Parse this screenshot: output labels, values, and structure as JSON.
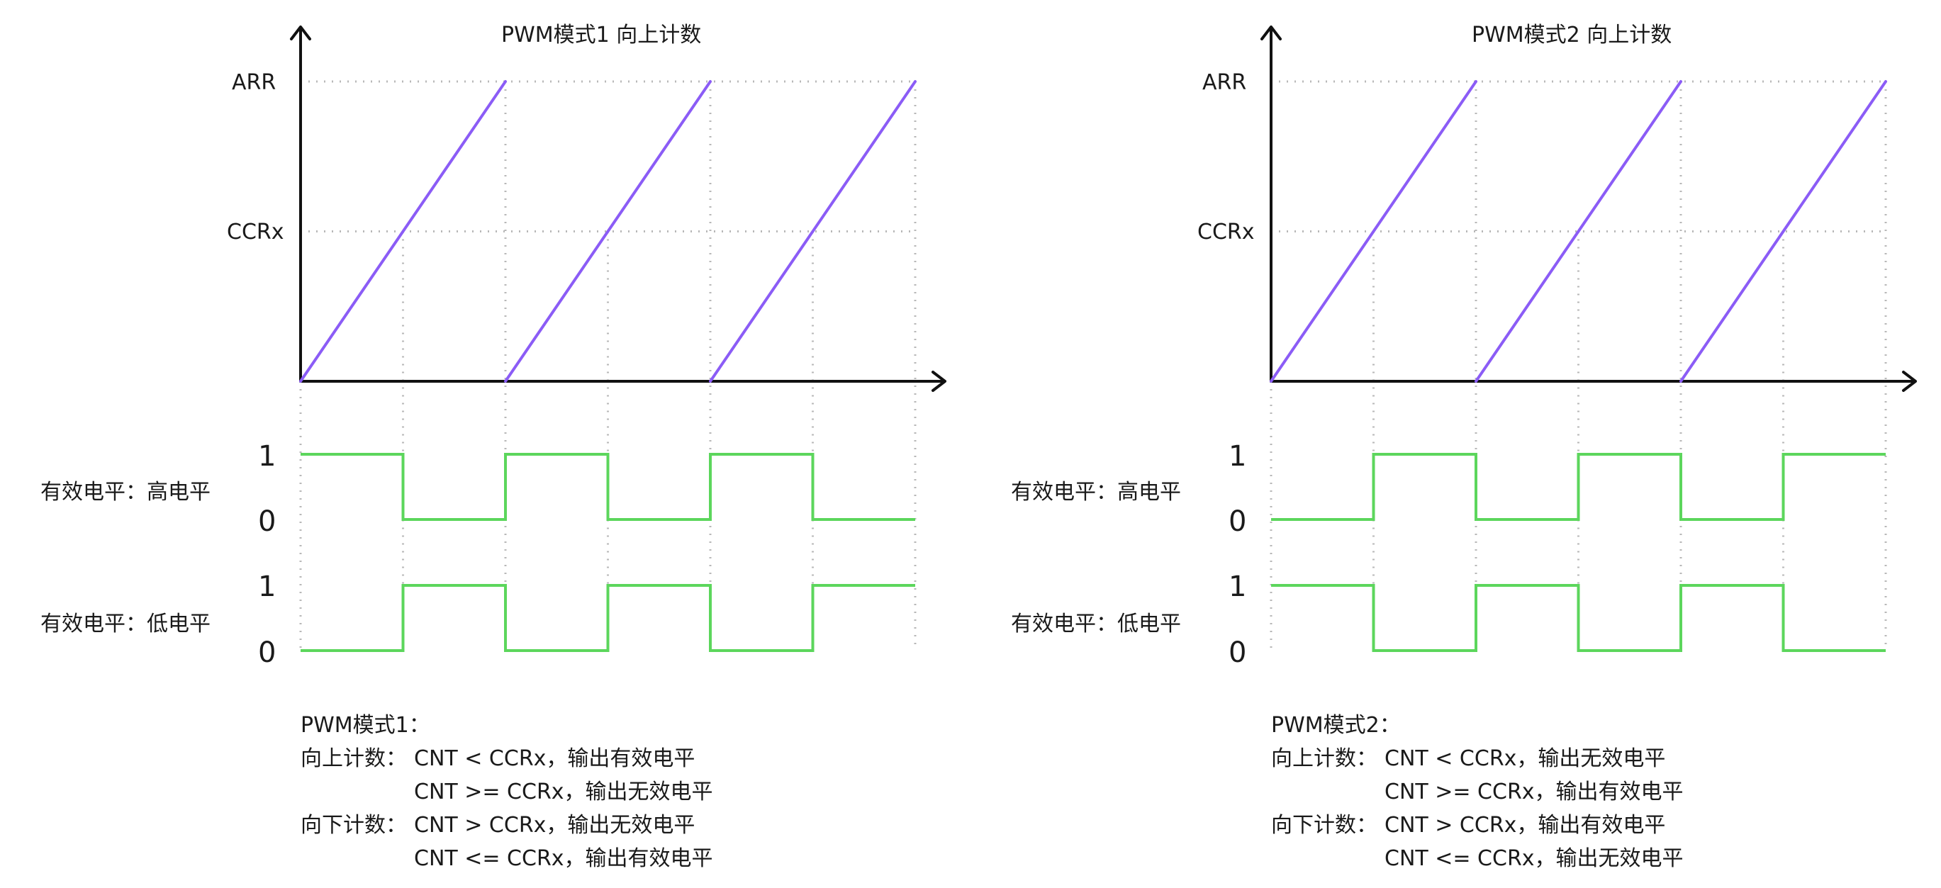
{
  "colors": {
    "axis": "#111111",
    "grid": "#b8b8b8",
    "counter": "#8b5cf6",
    "signal": "#5cd65c",
    "text": "#1a1a1a"
  },
  "panels": [
    {
      "id": "mode1",
      "title": "PWM模式1  向上计数",
      "arr_label": "ARR",
      "ccr_label": "CCRx",
      "high_row": {
        "label": "有效电平：高电平",
        "one": "1",
        "zero": "0",
        "levels": [
          1,
          0,
          1,
          0,
          1,
          0
        ]
      },
      "low_row": {
        "label": "有效电平：低电平",
        "one": "1",
        "zero": "0",
        "levels": [
          0,
          1,
          0,
          1,
          0,
          1
        ]
      },
      "notes": {
        "heading": "PWM模式1：",
        "up_prefix": "向上计数：",
        "up_line1": "CNT < CCRx，输出有效电平",
        "up_line2": "CNT >= CCRx，输出无效电平",
        "down_prefix": "向下计数：",
        "down_line1": "CNT > CCRx，输出无效电平",
        "down_line2": "CNT <= CCRx，输出有效电平"
      }
    },
    {
      "id": "mode2",
      "title": "PWM模式2  向上计数",
      "arr_label": "ARR",
      "ccr_label": "CCRx",
      "high_row": {
        "label": "有效电平：高电平",
        "one": "1",
        "zero": "0",
        "levels": [
          0,
          1,
          0,
          1,
          0,
          1
        ]
      },
      "low_row": {
        "label": "有效电平：低电平",
        "one": "1",
        "zero": "0",
        "levels": [
          1,
          0,
          1,
          0,
          1,
          0
        ]
      },
      "notes": {
        "heading": "PWM模式2：",
        "up_prefix": "向上计数：",
        "up_line1": "CNT < CCRx，输出无效电平",
        "up_line2": "CNT >= CCRx，输出有效电平",
        "down_prefix": "向下计数：",
        "down_line1": "CNT > CCRx，输出有效电平",
        "down_line2": "CNT <= CCRx，输出无效电平"
      }
    }
  ],
  "diagram": {
    "periods": 3,
    "ccr_fraction": 0.5
  }
}
